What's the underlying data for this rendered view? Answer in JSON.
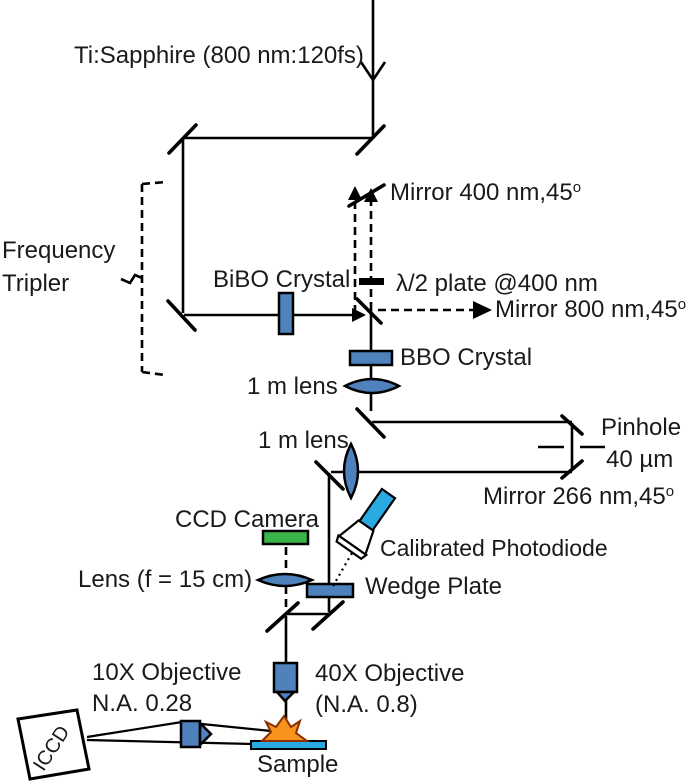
{
  "figure": {
    "type": "optical-setup-diagram",
    "labels": {
      "laser": "Ti:Sapphire (800 nm:120fs)",
      "mirror400": "Mirror 400 nm,45",
      "mirror800": "Mirror 800 nm,45",
      "mirror266": "Mirror 266 nm,45",
      "deg": "o",
      "freq_line1": "Frequency",
      "freq_line2": "Tripler",
      "bibo": "BiBO Crystal",
      "half_wave_plate": "λ/2 plate @400 nm",
      "bbo": "BBO Crystal",
      "lens_1m_a": "1 m lens",
      "lens_1m_b": "1 m lens",
      "pinhole": "Pinhole",
      "pinhole_size": "40 µm",
      "ccd_camera": "CCD Camera",
      "photodiode": "Calibrated Photodiode",
      "lens_f15": "Lens (f = 15 cm)",
      "wedge_plate": "Wedge Plate",
      "obj10_line1": "10X Objective",
      "obj10_line2": "N.A. 0.28",
      "obj40_line1": "40X Objective",
      "obj40_line2": "(N.A. 0.8)",
      "iccd": "ICCD",
      "sample": "Sample"
    },
    "colors": {
      "crystal_blue": "#4f81bd",
      "ccd_green": "#3ab449",
      "cyan": "#29abe2",
      "flame_orange": "#f7941e",
      "flame_outline": "#8c2e00",
      "plate_black": "#000000",
      "box_white": "#ffffff"
    }
  }
}
